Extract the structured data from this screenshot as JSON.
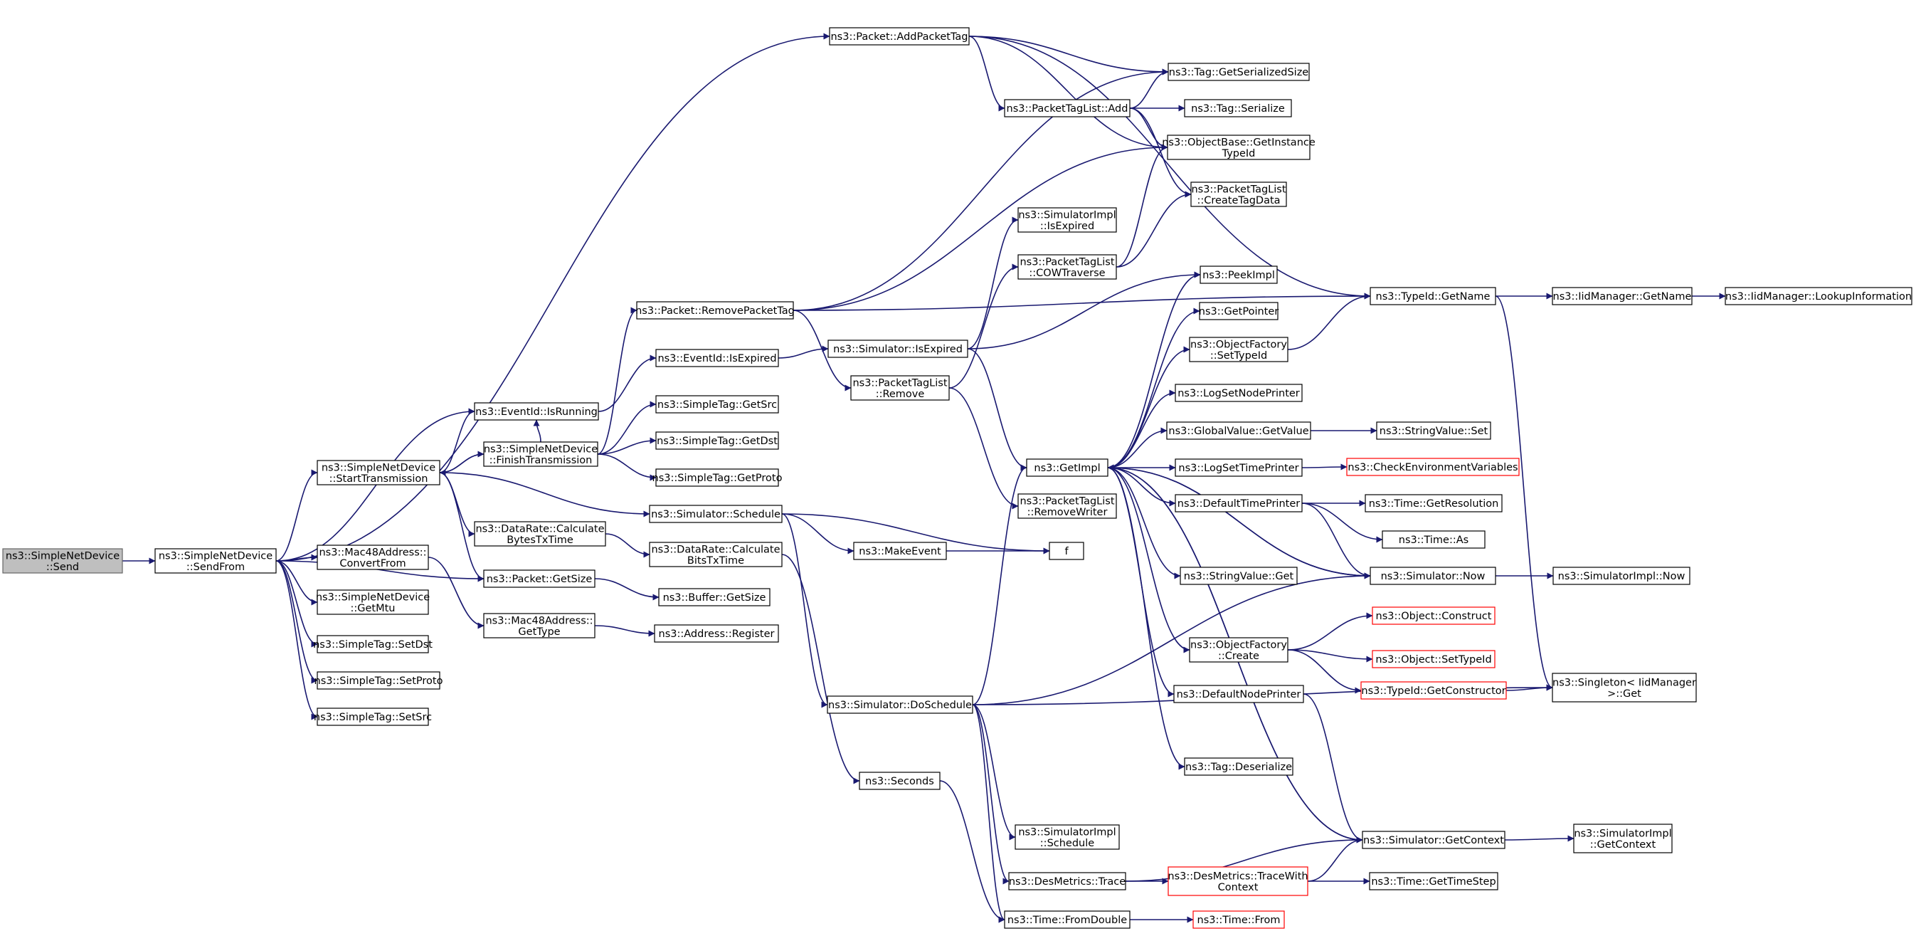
{
  "diagram": {
    "colors": {
      "edge": "#191970",
      "node_border": "#000000",
      "root_fill": "#bfbfbf",
      "truncated_border": "#ff0000",
      "background": "#ffffff"
    },
    "nodes": [
      {
        "id": "send",
        "lines": [
          "ns3::SimpleNetDevice",
          "::Send"
        ],
        "root": true
      },
      {
        "id": "sendfrom",
        "lines": [
          "ns3::SimpleNetDevice",
          "::SendFrom"
        ]
      },
      {
        "id": "isrunning",
        "lines": [
          "ns3::EventId::IsRunning"
        ]
      },
      {
        "id": "starttx",
        "lines": [
          "ns3::SimpleNetDevice",
          "::StartTransmission"
        ]
      },
      {
        "id": "convfrom",
        "lines": [
          "ns3::Mac48Address::",
          "ConvertFrom"
        ]
      },
      {
        "id": "getmtu",
        "lines": [
          "ns3::SimpleNetDevice",
          "::GetMtu"
        ]
      },
      {
        "id": "setdst",
        "lines": [
          "ns3::SimpleTag::SetDst"
        ]
      },
      {
        "id": "setproto",
        "lines": [
          "ns3::SimpleTag::SetProto"
        ]
      },
      {
        "id": "setsrc",
        "lines": [
          "ns3::SimpleTag::SetSrc"
        ]
      },
      {
        "id": "finishtx",
        "lines": [
          "ns3::SimpleNetDevice",
          "::FinishTransmission"
        ]
      },
      {
        "id": "drcalcbytes",
        "lines": [
          "ns3::DataRate::Calculate",
          "BytesTxTime"
        ]
      },
      {
        "id": "pktgetsize",
        "lines": [
          "ns3::Packet::GetSize"
        ]
      },
      {
        "id": "m48gettype",
        "lines": [
          "ns3::Mac48Address::",
          "GetType"
        ]
      },
      {
        "id": "addpkttag",
        "lines": [
          "ns3::Packet::AddPacketTag"
        ]
      },
      {
        "id": "rmpkttag",
        "lines": [
          "ns3::Packet::RemovePacketTag"
        ]
      },
      {
        "id": "eidisexp",
        "lines": [
          "ns3::EventId::IsExpired"
        ]
      },
      {
        "id": "getsrc",
        "lines": [
          "ns3::SimpleTag::GetSrc"
        ]
      },
      {
        "id": "getdst",
        "lines": [
          "ns3::SimpleTag::GetDst"
        ]
      },
      {
        "id": "getproto",
        "lines": [
          "ns3::SimpleTag::GetProto"
        ]
      },
      {
        "id": "schedule",
        "lines": [
          "ns3::Simulator::Schedule"
        ]
      },
      {
        "id": "drcalcbits",
        "lines": [
          "ns3::DataRate::Calculate",
          "BitsTxTime"
        ]
      },
      {
        "id": "bufgetsize",
        "lines": [
          "ns3::Buffer::GetSize"
        ]
      },
      {
        "id": "addrreg",
        "lines": [
          "ns3::Address::Register"
        ]
      },
      {
        "id": "doschedule",
        "lines": [
          "ns3::Simulator::DoSchedule"
        ]
      },
      {
        "id": "seconds",
        "lines": [
          "ns3::Seconds"
        ]
      },
      {
        "id": "fromdouble",
        "lines": [
          "ns3::Time::FromDouble"
        ]
      },
      {
        "id": "simisexp",
        "lines": [
          "ns3::Simulator::IsExpired"
        ]
      },
      {
        "id": "ptlremove",
        "lines": [
          "ns3::PacketTagList",
          "::Remove"
        ]
      },
      {
        "id": "ptladd",
        "lines": [
          "ns3::PacketTagList::Add"
        ]
      },
      {
        "id": "simimplisexp",
        "lines": [
          "ns3::SimulatorImpl",
          "::IsExpired"
        ]
      },
      {
        "id": "cowtraverse",
        "lines": [
          "ns3::PacketTagList",
          "::COWTraverse"
        ]
      },
      {
        "id": "makeevent",
        "lines": [
          "ns3::MakeEvent"
        ]
      },
      {
        "id": "getimpl",
        "lines": [
          "ns3::GetImpl"
        ]
      },
      {
        "id": "rmwriter",
        "lines": [
          "ns3::PacketTagList",
          "::RemoveWriter"
        ]
      },
      {
        "id": "f",
        "lines": [
          "f"
        ]
      },
      {
        "id": "simimplsched",
        "lines": [
          "ns3::SimulatorImpl",
          "::Schedule"
        ]
      },
      {
        "id": "desmtrace",
        "lines": [
          "ns3::DesMetrics::Trace"
        ]
      },
      {
        "id": "tagserialsize",
        "lines": [
          "ns3::Tag::GetSerializedSize"
        ]
      },
      {
        "id": "tagserialize",
        "lines": [
          "ns3::Tag::Serialize"
        ]
      },
      {
        "id": "obgetinst",
        "lines": [
          "ns3::ObjectBase::GetInstance",
          "TypeId"
        ]
      },
      {
        "id": "ptlcreate",
        "lines": [
          "ns3::PacketTagList",
          "::CreateTagData"
        ]
      },
      {
        "id": "peekimpl",
        "lines": [
          "ns3::PeekImpl"
        ]
      },
      {
        "id": "getpointer",
        "lines": [
          "ns3::GetPointer"
        ]
      },
      {
        "id": "ofsettypeid",
        "lines": [
          "ns3::ObjectFactory",
          "::SetTypeId"
        ]
      },
      {
        "id": "logsetnode",
        "lines": [
          "ns3::LogSetNodePrinter"
        ]
      },
      {
        "id": "gvgetvalue",
        "lines": [
          "ns3::GlobalValue::GetValue"
        ]
      },
      {
        "id": "logsettime",
        "lines": [
          "ns3::LogSetTimePrinter"
        ]
      },
      {
        "id": "deftimeprinter",
        "lines": [
          "ns3::DefaultTimePrinter"
        ]
      },
      {
        "id": "svget",
        "lines": [
          "ns3::StringValue::Get"
        ]
      },
      {
        "id": "ofcreate",
        "lines": [
          "ns3::ObjectFactory",
          "::Create"
        ]
      },
      {
        "id": "defnodeprinter",
        "lines": [
          "ns3::DefaultNodePrinter"
        ]
      },
      {
        "id": "tagdeser",
        "lines": [
          "ns3::Tag::Deserialize"
        ]
      },
      {
        "id": "desmtracewith",
        "lines": [
          "ns3::DesMetrics::TraceWith",
          "Context"
        ],
        "truncated": true
      },
      {
        "id": "timefrom",
        "lines": [
          "ns3::Time::From"
        ],
        "truncated": true
      },
      {
        "id": "tidgetname",
        "lines": [
          "ns3::TypeId::GetName"
        ]
      },
      {
        "id": "svset",
        "lines": [
          "ns3::StringValue::Set"
        ]
      },
      {
        "id": "checkenv",
        "lines": [
          "ns3::CheckEnvironmentVariables"
        ],
        "truncated": true
      },
      {
        "id": "timegetres",
        "lines": [
          "ns3::Time::GetResolution"
        ]
      },
      {
        "id": "timeas",
        "lines": [
          "ns3::Time::As"
        ]
      },
      {
        "id": "simnow",
        "lines": [
          "ns3::Simulator::Now"
        ]
      },
      {
        "id": "objconstruct",
        "lines": [
          "ns3::Object::Construct"
        ],
        "truncated": true
      },
      {
        "id": "objsettypeid",
        "lines": [
          "ns3::Object::SetTypeId"
        ],
        "truncated": true
      },
      {
        "id": "tidgetctor",
        "lines": [
          "ns3::TypeId::GetConstructor"
        ],
        "truncated": true
      },
      {
        "id": "simgetctx",
        "lines": [
          "ns3::Simulator::GetContext"
        ]
      },
      {
        "id": "timegetstep",
        "lines": [
          "ns3::Time::GetTimeStep"
        ]
      },
      {
        "id": "iidgetname",
        "lines": [
          "ns3::IidManager::GetName"
        ]
      },
      {
        "id": "singleton",
        "lines": [
          "ns3::Singleton< IidManager",
          ">::Get"
        ]
      },
      {
        "id": "simimplnow",
        "lines": [
          "ns3::SimulatorImpl::Now"
        ]
      },
      {
        "id": "simimplgetctx",
        "lines": [
          "ns3::SimulatorImpl",
          "::GetContext"
        ]
      },
      {
        "id": "iidlookup",
        "lines": [
          "ns3::IidManager::LookupInformation"
        ]
      }
    ],
    "edges": [
      [
        "send",
        "sendfrom"
      ],
      [
        "sendfrom",
        "isrunning"
      ],
      [
        "sendfrom",
        "starttx"
      ],
      [
        "sendfrom",
        "convfrom"
      ],
      [
        "sendfrom",
        "getmtu"
      ],
      [
        "sendfrom",
        "setdst"
      ],
      [
        "sendfrom",
        "setproto"
      ],
      [
        "sendfrom",
        "setsrc"
      ],
      [
        "sendfrom",
        "pktgetsize"
      ],
      [
        "sendfrom",
        "addpkttag"
      ],
      [
        "starttx",
        "isrunning"
      ],
      [
        "starttx",
        "finishtx"
      ],
      [
        "starttx",
        "drcalcbytes"
      ],
      [
        "starttx",
        "pktgetsize"
      ],
      [
        "starttx",
        "schedule"
      ],
      [
        "finishtx",
        "starttx"
      ],
      [
        "finishtx",
        "isrunning"
      ],
      [
        "finishtx",
        "rmpkttag"
      ],
      [
        "finishtx",
        "getsrc"
      ],
      [
        "finishtx",
        "getdst"
      ],
      [
        "finishtx",
        "getproto"
      ],
      [
        "isrunning",
        "eidisexp"
      ],
      [
        "eidisexp",
        "simisexp"
      ],
      [
        "convfrom",
        "m48gettype"
      ],
      [
        "m48gettype",
        "addrreg"
      ],
      [
        "drcalcbytes",
        "drcalcbits"
      ],
      [
        "drcalcbits",
        "seconds"
      ],
      [
        "pktgetsize",
        "bufgetsize"
      ],
      [
        "schedule",
        "makeevent"
      ],
      [
        "schedule",
        "f"
      ],
      [
        "schedule",
        "doschedule"
      ],
      [
        "makeevent",
        "f"
      ],
      [
        "doschedule",
        "getimpl"
      ],
      [
        "doschedule",
        "simnow"
      ],
      [
        "doschedule",
        "singleton"
      ],
      [
        "doschedule",
        "simimplsched"
      ],
      [
        "doschedule",
        "desmtrace"
      ],
      [
        "doschedule",
        "fromdouble"
      ],
      [
        "seconds",
        "fromdouble"
      ],
      [
        "fromdouble",
        "timefrom"
      ],
      [
        "desmtrace",
        "desmtracewith"
      ],
      [
        "desmtrace",
        "simgetctx"
      ],
      [
        "desmtracewith",
        "simgetctx"
      ],
      [
        "desmtracewith",
        "timegetstep"
      ],
      [
        "addpkttag",
        "tagserialsize"
      ],
      [
        "addpkttag",
        "ptladd"
      ],
      [
        "addpkttag",
        "obgetinst"
      ],
      [
        "addpkttag",
        "tidgetname"
      ],
      [
        "ptladd",
        "tagserialsize"
      ],
      [
        "ptladd",
        "tagserialize"
      ],
      [
        "ptladd",
        "obgetinst"
      ],
      [
        "ptladd",
        "ptlcreate"
      ],
      [
        "rmpkttag",
        "tagserialsize"
      ],
      [
        "rmpkttag",
        "obgetinst"
      ],
      [
        "rmpkttag",
        "tidgetname"
      ],
      [
        "rmpkttag",
        "ptlremove"
      ],
      [
        "ptlremove",
        "cowtraverse"
      ],
      [
        "ptlremove",
        "rmwriter"
      ],
      [
        "cowtraverse",
        "obgetinst"
      ],
      [
        "cowtraverse",
        "ptlcreate"
      ],
      [
        "simisexp",
        "simimplisexp"
      ],
      [
        "simisexp",
        "getimpl"
      ],
      [
        "simisexp",
        "peekimpl"
      ],
      [
        "getimpl",
        "peekimpl"
      ],
      [
        "getimpl",
        "getpointer"
      ],
      [
        "getimpl",
        "ofsettypeid"
      ],
      [
        "getimpl",
        "logsetnode"
      ],
      [
        "getimpl",
        "gvgetvalue"
      ],
      [
        "getimpl",
        "logsettime"
      ],
      [
        "getimpl",
        "deftimeprinter"
      ],
      [
        "getimpl",
        "svget"
      ],
      [
        "getimpl",
        "ofcreate"
      ],
      [
        "getimpl",
        "defnodeprinter"
      ],
      [
        "getimpl",
        "tagdeser"
      ],
      [
        "getimpl",
        "simnow"
      ],
      [
        "getimpl",
        "simgetctx"
      ],
      [
        "ofsettypeid",
        "tidgetname"
      ],
      [
        "gvgetvalue",
        "svset"
      ],
      [
        "logsettime",
        "checkenv"
      ],
      [
        "deftimeprinter",
        "timegetres"
      ],
      [
        "deftimeprinter",
        "timeas"
      ],
      [
        "deftimeprinter",
        "simnow"
      ],
      [
        "simnow",
        "getimpl"
      ],
      [
        "simnow",
        "simimplnow"
      ],
      [
        "simgetctx",
        "getimpl"
      ],
      [
        "simgetctx",
        "simimplgetctx"
      ],
      [
        "defnodeprinter",
        "simgetctx"
      ],
      [
        "ofcreate",
        "objconstruct"
      ],
      [
        "ofcreate",
        "objsettypeid"
      ],
      [
        "ofcreate",
        "tidgetctor"
      ],
      [
        "tidgetctor",
        "singleton"
      ],
      [
        "tidgetname",
        "iidgetname"
      ],
      [
        "tidgetname",
        "singleton"
      ],
      [
        "iidgetname",
        "iidlookup"
      ]
    ]
  }
}
